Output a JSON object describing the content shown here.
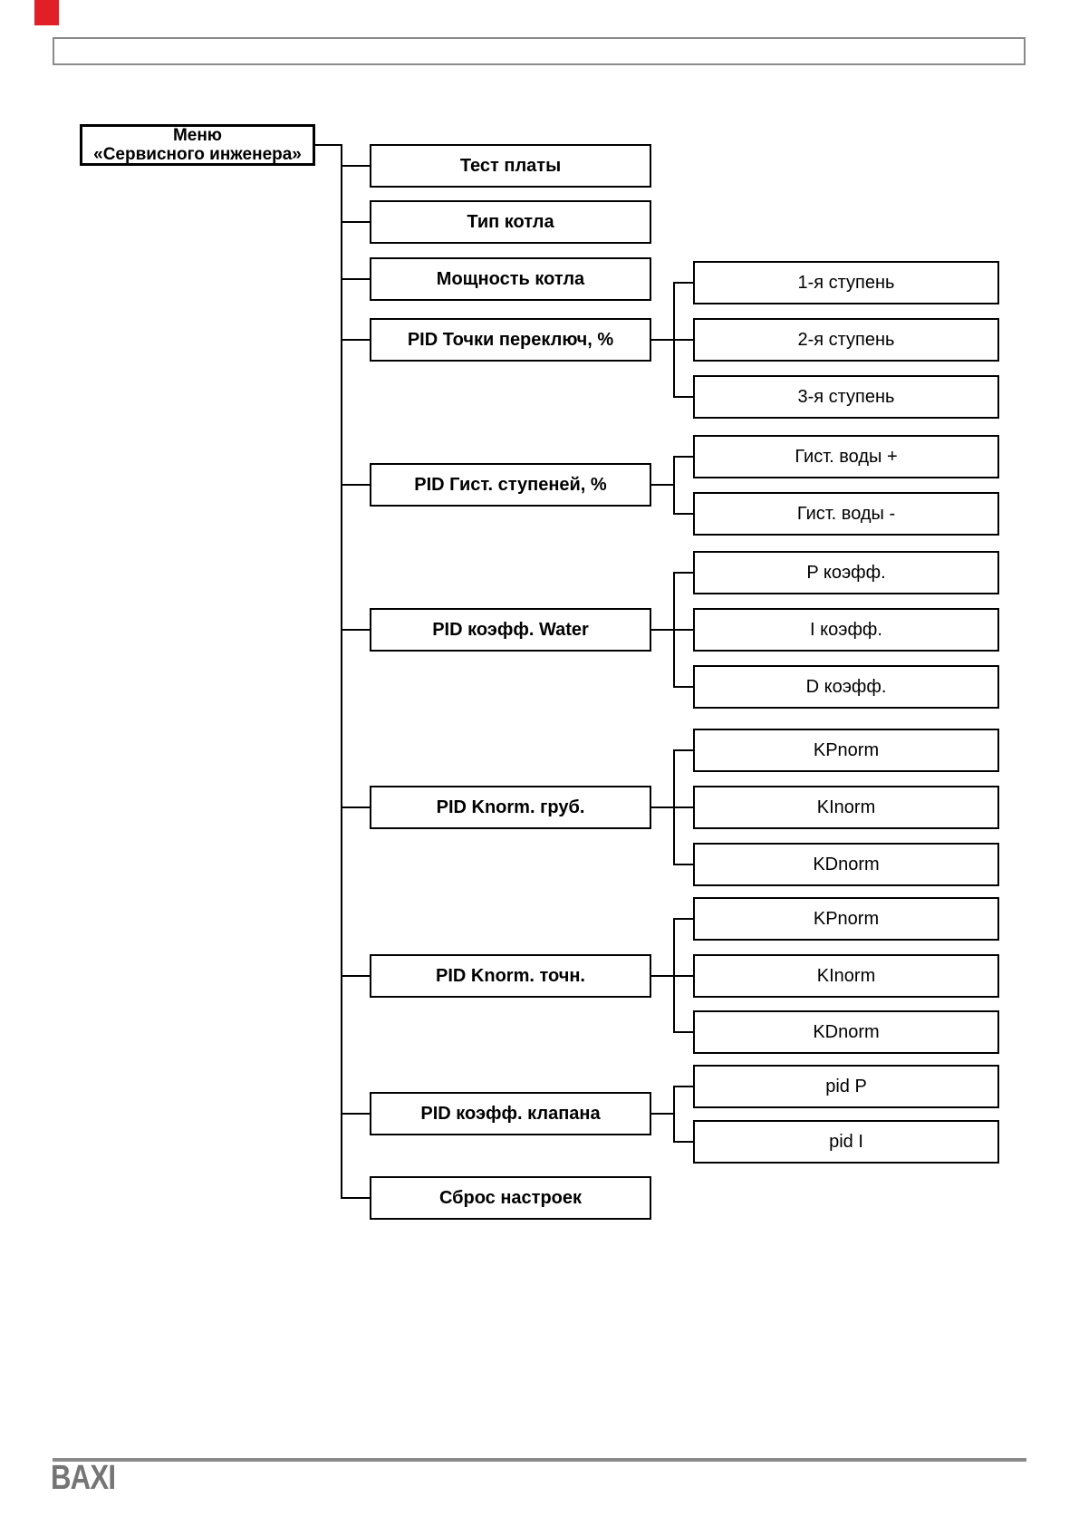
{
  "root": {
    "line1": "Меню",
    "line2": "«Сервисного инженера»"
  },
  "menu": [
    {
      "label": "Тест платы",
      "children": []
    },
    {
      "label": "Тип котла",
      "children": []
    },
    {
      "label": "Мощность котла",
      "children": []
    },
    {
      "label": "PID Точки переключ, %",
      "children": [
        "1-я ступень",
        "2-я ступень",
        "3-я ступень"
      ]
    },
    {
      "label": "PID Гист. ступеней, %",
      "children": [
        "Гист. воды +",
        "Гист. воды -"
      ]
    },
    {
      "label": "PID коэфф. Water",
      "children": [
        "P коэфф.",
        "I коэфф.",
        "D коэфф."
      ]
    },
    {
      "label": "PID Knorm. груб.",
      "children": [
        "KPnorm",
        "KInorm",
        "KDnorm"
      ]
    },
    {
      "label": "PID Knorm. точн.",
      "children": [
        "KPnorm",
        "KInorm",
        "KDnorm"
      ]
    },
    {
      "label": "PID коэфф. клапана",
      "children": [
        "pid P",
        "pid I"
      ]
    },
    {
      "label": "Сброс настроек",
      "children": []
    }
  ],
  "footer": {
    "logo_text": "BAXI"
  },
  "colors": {
    "line_black": "#000000",
    "frame_gray": "#8a8a8a",
    "logo_gray": "#757575",
    "corner_red": "#e01f26"
  }
}
